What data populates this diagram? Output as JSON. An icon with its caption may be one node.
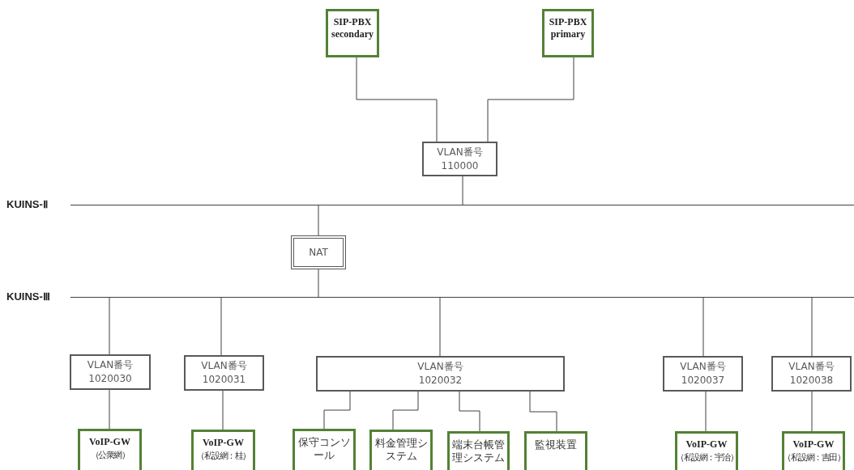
{
  "diagram": {
    "nodes": [
      {
        "text": [
          "SIP-PBX secondary"
        ]
      },
      {
        "text": [
          "SIP-PBX primary"
        ]
      },
      {
        "text": [
          "VLAN番号 110000"
        ]
      },
      {
        "text": [
          "KUINS-Ⅱ"
        ]
      },
      {
        "text": [
          "NAT"
        ]
      },
      {
        "text": [
          "KUINS-Ⅲ"
        ]
      },
      {
        "text": [
          "VLAN番号 1020030"
        ]
      },
      {
        "text": [
          "VLAN番号 1020031"
        ]
      },
      {
        "text": [
          "VLAN番号 1020032"
        ]
      },
      {
        "text": [
          "VLAN番号 1020037"
        ]
      },
      {
        "text": [
          "VLAN番号 1020038"
        ]
      },
      {
        "text": [
          "VoIP-GW",
          "（公衆網）"
        ]
      },
      {
        "text": [
          "VoIP-GW",
          "（私設網：桂）"
        ]
      },
      {
        "text": [
          "保守コンソール"
        ]
      },
      {
        "text": [
          "料金管理システム"
        ]
      },
      {
        "text": [
          "端末台帳管理システム"
        ]
      },
      {
        "text": [
          "監視装置"
        ]
      },
      {
        "text": [
          "VoIP-GW",
          "（私設網：宇治）"
        ]
      },
      {
        "text": [
          "VoIP-GW",
          "（私設網：吉田）"
        ]
      }
    ],
    "edges": [
      {
        "from": 0,
        "to": 2,
        "arrow": "none"
      },
      {
        "from": 1,
        "to": 2,
        "arrow": "none"
      },
      {
        "from": 2,
        "to": 3,
        "arrow": "none"
      },
      {
        "from": 3,
        "to": 4,
        "arrow": "none"
      },
      {
        "from": 4,
        "to": 5,
        "arrow": "none"
      },
      {
        "from": 5,
        "to": 6,
        "arrow": "none"
      },
      {
        "from": 5,
        "to": 7,
        "arrow": "none"
      },
      {
        "from": 5,
        "to": 8,
        "arrow": "none"
      },
      {
        "from": 5,
        "to": 9,
        "arrow": "none"
      },
      {
        "from": 5,
        "to": 10,
        "arrow": "none"
      },
      {
        "from": 6,
        "to": 11,
        "arrow": "none"
      },
      {
        "from": 7,
        "to": 12,
        "arrow": "none"
      },
      {
        "from": 8,
        "to": 13,
        "arrow": "none"
      },
      {
        "from": 8,
        "to": 14,
        "arrow": "none"
      },
      {
        "from": 8,
        "to": 15,
        "arrow": "none"
      },
      {
        "from": 8,
        "to": 16,
        "arrow": "none"
      },
      {
        "from": 9,
        "to": 17,
        "arrow": "none"
      },
      {
        "from": 10,
        "to": 18,
        "arrow": "none"
      }
    ]
  }
}
